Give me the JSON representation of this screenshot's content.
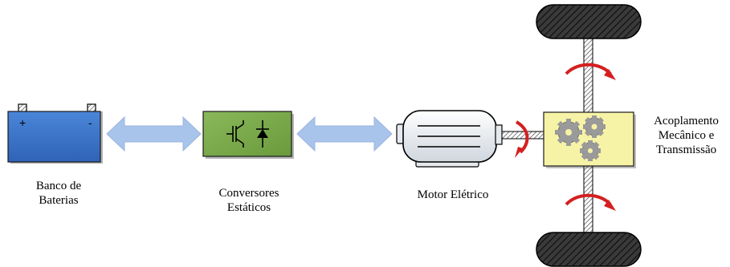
{
  "components": {
    "battery": {
      "label_line1": "Banco de",
      "label_line2": "Baterias",
      "plus": "+",
      "minus": "-"
    },
    "converter": {
      "label_line1": "Conversores",
      "label_line2": "Estáticos"
    },
    "motor": {
      "label": "Motor Elétrico"
    },
    "coupling": {
      "label_line1": "Acoplamento",
      "label_line2": "Mecânico e",
      "label_line3": "Transmissão"
    }
  },
  "colors": {
    "battery_fill": "#4a86d8",
    "converter_fill": "#6a9a3c",
    "coupling_fill": "#f6f3a6",
    "arrow_fill": "#a9c4ea",
    "rotation_arrow": "#d42020",
    "tire_fill": "#333333",
    "gear_fill": "#9a9a9a"
  }
}
